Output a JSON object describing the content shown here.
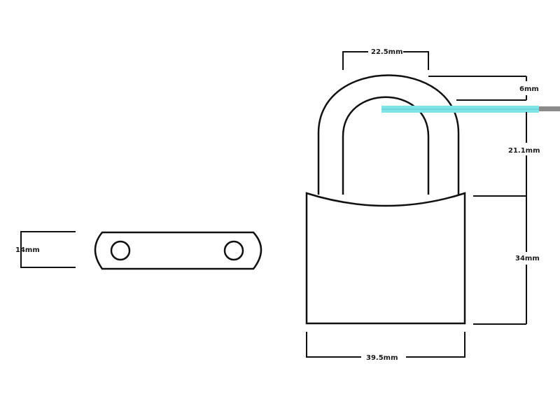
{
  "colors": {
    "line": "#111111",
    "highlight": "#7fe3e8",
    "grey_segment": "#8a8a8a",
    "background": "#ffffff"
  },
  "dimensions": {
    "shackle_width": "22.5mm",
    "shackle_thickness": "6mm",
    "shackle_height": "21.1mm",
    "body_height": "34mm",
    "body_width": "39.5mm",
    "hasp_width": "14mm"
  }
}
